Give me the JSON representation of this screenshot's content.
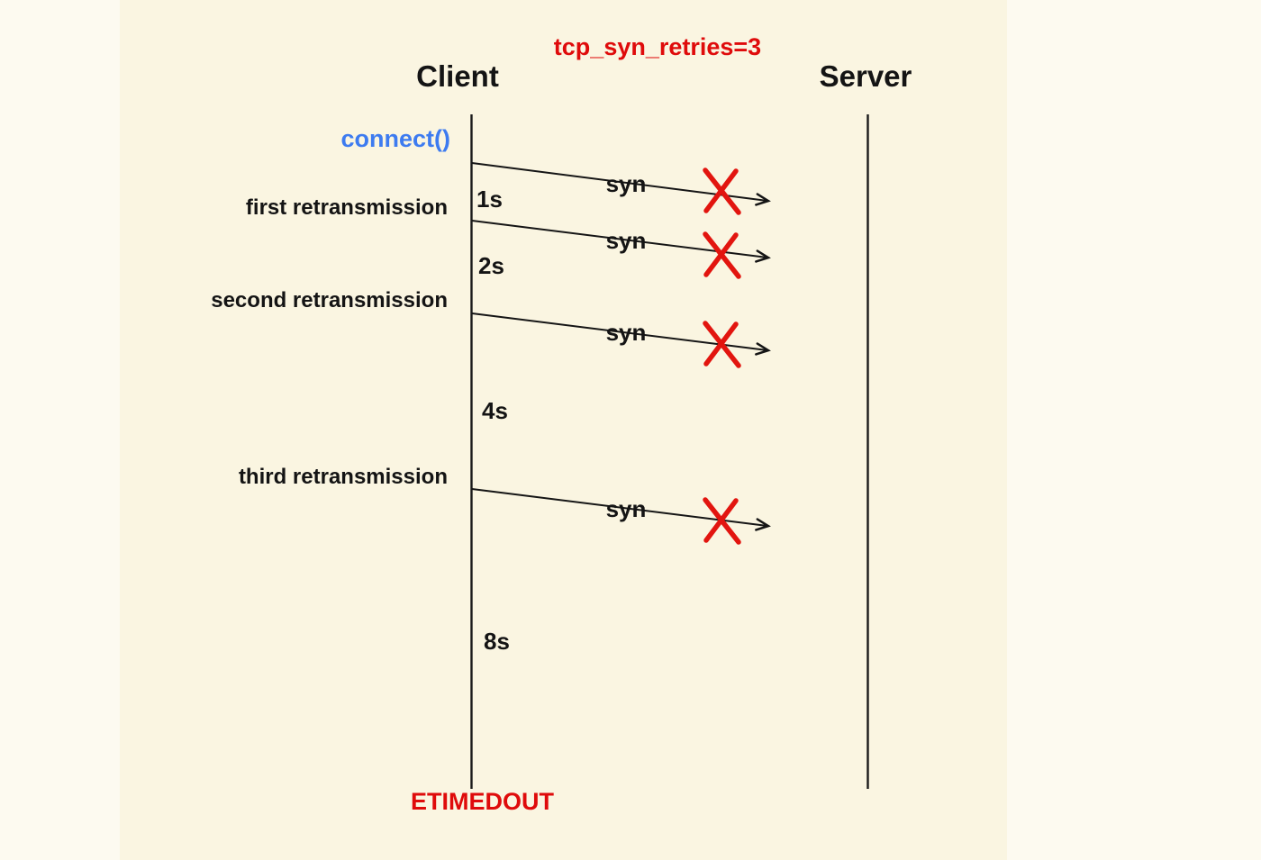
{
  "diagram": {
    "title": "tcp_syn_retries=3",
    "client": "Client",
    "server": "Server",
    "connect_call": "connect()",
    "timeout_error": "ETIMEDOUT",
    "syn_labels": [
      "syn",
      "syn",
      "syn",
      "syn"
    ],
    "timers": [
      "1s",
      "2s",
      "4s",
      "8s"
    ],
    "retransmissions": [
      "first retransmission",
      "second retransmission",
      "third retransmission"
    ],
    "colors": {
      "background": "#faf5e1",
      "accent_red": "#df0b0b",
      "x_mark_red": "#e2150f",
      "connect_blue": "#3d7bf0",
      "ink": "#141414"
    }
  }
}
